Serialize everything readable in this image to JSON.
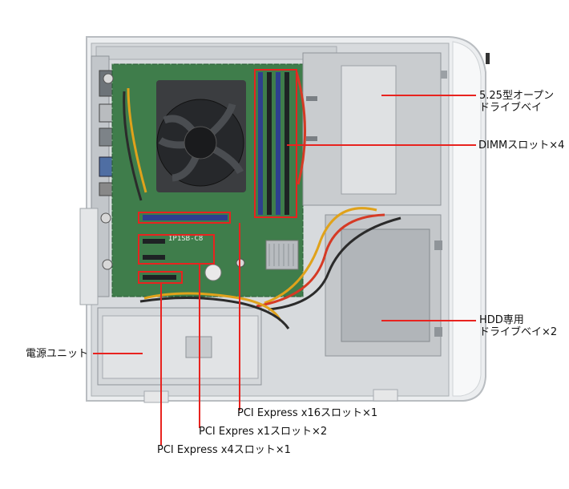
{
  "labels": {
    "drive525": "5.25型オープン\nドライブベイ",
    "dimm": "DIMMスロット×4",
    "hdd": "HDD専用\nドライブベイ×2",
    "psu": "電源ユニット",
    "pcie16": "PCI Express x16スロット×1",
    "pcie1": "PCI Expres x1スロット×2",
    "pcie4": "PCI Express x4スロット×1"
  },
  "board_marking": "IP1SB-C8",
  "colors": {
    "callout": "#e8231f",
    "chassis": "#e9eaeb",
    "board": "#3f7d4b",
    "dimm_slot_blue": "#2d3f8f",
    "bay_metal": "#c9cccf"
  }
}
